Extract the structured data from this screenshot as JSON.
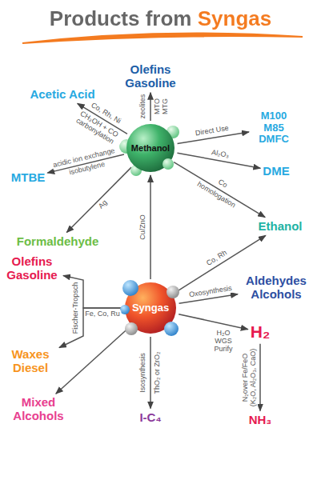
{
  "diagram": {
    "title": "Products from Syngas",
    "nodes": [
      {
        "text": [
          "Olefins Gasoline"
        ]
      },
      {
        "text": [
          "Acetic Acid"
        ]
      },
      {
        "text": [
          "M100 M85 DMFC"
        ]
      },
      {
        "text": [
          "MTBE"
        ]
      },
      {
        "text": [
          "Methanol"
        ]
      },
      {
        "text": [
          "DME"
        ]
      },
      {
        "text": [
          "Ethanol"
        ]
      },
      {
        "text": [
          "Formaldehyde"
        ]
      },
      {
        "text": [
          "Olefins Gasoline"
        ]
      },
      {
        "text": [
          "Aldehydes Alcohols"
        ]
      },
      {
        "text": [
          "Syngas"
        ]
      },
      {
        "text": [
          "Waxes Diesel"
        ]
      },
      {
        "text": [
          "H₂"
        ]
      },
      {
        "text": [
          "Mixed Alcohols"
        ]
      },
      {
        "text": [
          "I-C₄"
        ]
      },
      {
        "text": [
          "NH₃"
        ]
      }
    ],
    "edges": [
      {
        "from": 4,
        "to": 0,
        "arrow": "to",
        "label": "zeolites"
      },
      {
        "from": 4,
        "to": 1,
        "arrow": "to",
        "label": "Co, Rh, Ni"
      },
      {
        "from": 4,
        "to": 2,
        "arrow": "to",
        "label": "Direct Use"
      },
      {
        "from": 4,
        "to": 3,
        "arrow": "to",
        "label": "acidic ion exchange"
      },
      {
        "from": 4,
        "to": 5,
        "arrow": "to",
        "label": "Al₂O₃"
      },
      {
        "from": 4,
        "to": 7,
        "arrow": "to",
        "label": "Ag"
      },
      {
        "from": 4,
        "to": 6,
        "arrow": "to",
        "label": "homologation"
      },
      {
        "from": 10,
        "to": 4,
        "arrow": "to",
        "label": "Cu/ZnO"
      },
      {
        "from": 10,
        "to": 6,
        "arrow": "to",
        "label": "Co, Rh"
      },
      {
        "from": 10,
        "to": 9,
        "arrow": "to",
        "label": "Oxosynthesis"
      },
      {
        "from": 10,
        "to": 8,
        "arrow": "to",
        "label": "Fe, Co, Ru"
      },
      {
        "from": 10,
        "to": 11,
        "arrow": "to"
      },
      {
        "from": 10,
        "to": 12,
        "arrow": "to",
        "label": "H₂O WGS Purify"
      },
      {
        "from": 10,
        "to": 14,
        "arrow": "to",
        "label": "Isosynthesis"
      },
      {
        "from": 10,
        "to": 13,
        "arrow": "to"
      },
      {
        "from": 12,
        "to": 15,
        "arrow": "to",
        "label": "N₂over Fe/FeO"
      }
    ],
    "labels": [
      "MTO MTG",
      "CH₃OH + CO carbonylation",
      "isobutylene",
      "Co",
      "ThO₂ or ZrO₂",
      "Fischer-Tropsch",
      "(K₂O, Al₂O₃, CaO)"
    ]
  }
}
